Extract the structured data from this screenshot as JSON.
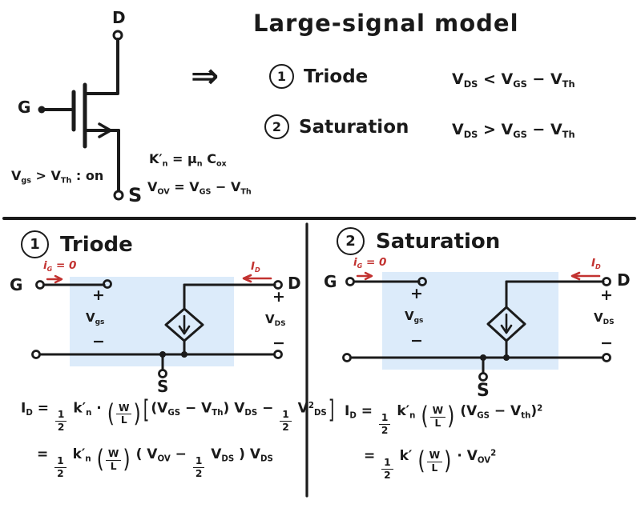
{
  "colors": {
    "ink": "#1b1b1b",
    "red": "#c23230",
    "shade_blue": "#dcebfa"
  },
  "top": {
    "mosfet": {
      "drain_label": "D",
      "gate_label": "G",
      "source_label": "S"
    },
    "on_condition": [
      "V",
      {
        "sub": "gs"
      },
      " > V",
      {
        "sub": "Th"
      },
      "  :  on"
    ],
    "kn_definition": [
      "K′",
      {
        "sub": "n"
      },
      " = μ",
      {
        "sub": "n"
      },
      " C",
      {
        "sub": "ox"
      }
    ],
    "vov_definition": [
      "V",
      {
        "sub": "OV"
      },
      " = V",
      {
        "sub": "GS"
      },
      " − V",
      {
        "sub": "Th"
      }
    ],
    "implies_arrow": "⇒",
    "title": "Large-signal model",
    "items": [
      {
        "num": "1",
        "label": "Triode",
        "condition": [
          "V",
          {
            "sub": "DS"
          },
          "  <  V",
          {
            "sub": "GS"
          },
          " − V",
          {
            "sub": "Th"
          }
        ]
      },
      {
        "num": "2",
        "label": "Saturation",
        "condition": [
          "V",
          {
            "sub": "DS"
          },
          "  >  V",
          {
            "sub": "GS"
          },
          " − V",
          {
            "sub": "Th"
          }
        ]
      }
    ]
  },
  "triode_panel": {
    "num": "1",
    "heading": "Triode",
    "gate_label": "G",
    "drain_label": "D",
    "source_label": "S",
    "gate_current": [
      "i",
      {
        "sub": "G"
      },
      " = 0"
    ],
    "drain_current": [
      "I",
      {
        "sub": "D"
      }
    ],
    "plus": "+",
    "minus": "−",
    "vgs_label": [
      "V",
      {
        "sub": "gs"
      }
    ],
    "vds_label": [
      "V",
      {
        "sub": "DS"
      }
    ],
    "eq1": [
      "I",
      {
        "sub": "D"
      },
      " = ",
      {
        "frac": [
          "1",
          "2"
        ]
      },
      " k′",
      {
        "sub": "n"
      },
      " · ",
      {
        "pfrac": [
          "W",
          "L"
        ]
      },
      {
        "big": "["
      },
      "(V",
      {
        "sub": "GS"
      },
      " − V",
      {
        "sub": "Th"
      },
      ") V",
      {
        "sub": "DS"
      },
      " − ",
      {
        "frac": [
          "1",
          "2"
        ]
      },
      " V",
      {
        "sup": "2"
      },
      {
        "sub": "DS"
      },
      {
        "big": "]"
      }
    ],
    "eq2": [
      "= ",
      {
        "frac": [
          "1",
          "2"
        ]
      },
      " k′",
      {
        "sub": "n"
      },
      " ",
      {
        "pfrac": [
          "W",
          "L"
        ]
      },
      " ( V",
      {
        "sub": "OV"
      },
      " − ",
      {
        "frac": [
          "1",
          "2"
        ]
      },
      " V",
      {
        "sub": "DS"
      },
      " ) V",
      {
        "sub": "DS"
      }
    ]
  },
  "saturation_panel": {
    "num": "2",
    "heading": "Saturation",
    "gate_label": "G",
    "drain_label": "D",
    "source_label": "S",
    "gate_current": [
      "i",
      {
        "sub": "G"
      },
      " = 0"
    ],
    "drain_current": [
      "I",
      {
        "sub": "D"
      }
    ],
    "plus": "+",
    "minus": "−",
    "vgs_label": [
      "V",
      {
        "sub": "gs"
      }
    ],
    "vds_label": [
      "V",
      {
        "sub": "DS"
      }
    ],
    "eq1": [
      "I",
      {
        "sub": "D"
      },
      " = ",
      {
        "frac": [
          "1",
          "2"
        ]
      },
      " k′",
      {
        "sub": "n"
      },
      " ",
      {
        "pfrac": [
          "W",
          "L"
        ]
      },
      " (V",
      {
        "sub": "GS"
      },
      " − V",
      {
        "sub": "th"
      },
      ")",
      {
        "sup": "2"
      }
    ],
    "eq2": [
      "= ",
      {
        "frac": [
          "1",
          "2"
        ]
      },
      " k′ ",
      {
        "pfrac": [
          "W",
          "L"
        ]
      },
      " · V",
      {
        "sub": "OV"
      },
      {
        "sup": "2"
      }
    ]
  }
}
